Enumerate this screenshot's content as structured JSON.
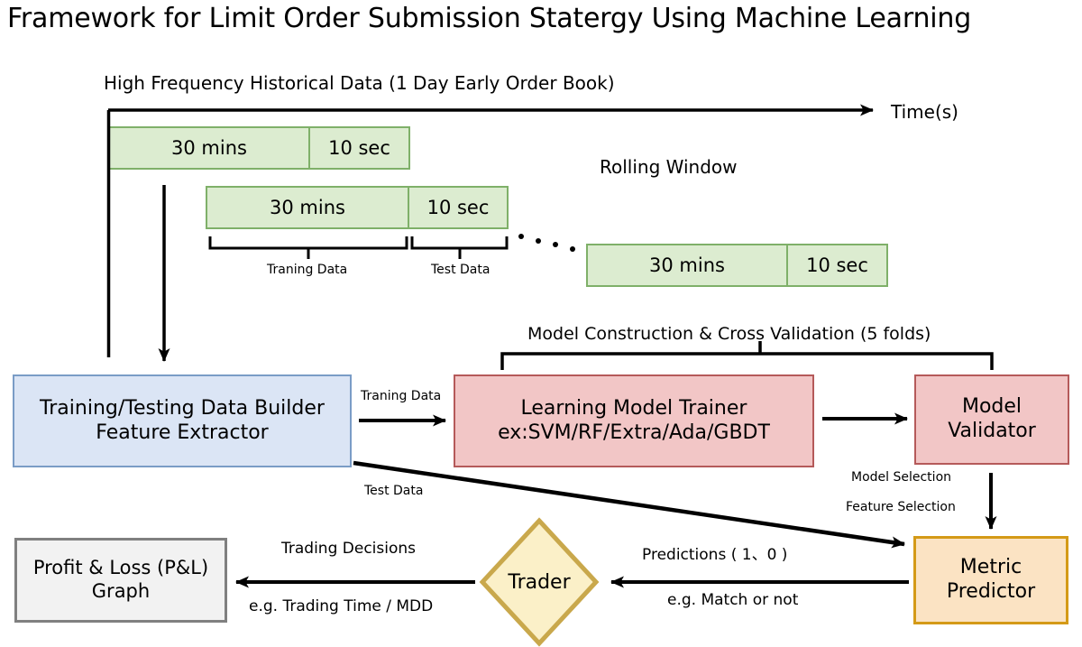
{
  "title": "Framework for Limit Order Submission Statergy Using Machine Learning",
  "timeline": {
    "data_source_label": "High Frequency Historical Data (1 Day Early Order Book)",
    "axis_label": "Time(s)",
    "rolling_window_label": "Rolling Window",
    "ellipsis": ". . . . .",
    "windows": [
      {
        "train": "30 mins",
        "test": "10 sec"
      },
      {
        "train": "30 mins",
        "test": "10 sec"
      },
      {
        "train": "30 mins",
        "test": "10 sec"
      }
    ],
    "brackets": {
      "training": "Traning Data",
      "test": "Test Data"
    }
  },
  "pipeline": {
    "data_builder": {
      "line1": "Training/Testing Data Builder",
      "line2": "Feature Extractor"
    },
    "model_trainer": {
      "line1": "Learning Model Trainer",
      "line2": "ex:SVM/RF/Extra/Ada/GBDT"
    },
    "model_validator": {
      "line1": "Model",
      "line2": "Validator"
    },
    "metric_predictor": {
      "line1": "Metric",
      "line2": "Predictor"
    },
    "trader": "Trader",
    "pnl": {
      "line1": "Profit & Loss (P&L)",
      "line2": "Graph"
    },
    "cross_validation_label": "Model Construction & Cross Validation (5 folds)"
  },
  "edges": {
    "training_data": "Traning Data",
    "test_data": "Test Data",
    "model_selection": "Model Selection",
    "feature_selection": "Feature Selection",
    "predictions": "Predictions ( 1、0 )",
    "predictions_example": "e.g. Match or not",
    "trading_decisions": "Trading Decisions",
    "trading_decisions_example": "e.g. Trading Time / MDD"
  },
  "colors": {
    "window_fill": "#dcecd0",
    "window_border": "#7fb069",
    "blue_fill": "#dbe5f5",
    "blue_border": "#7a9cc6",
    "red_fill": "#f2c6c6",
    "red_border": "#b55a5a",
    "orange_fill": "#fbe3c3",
    "orange_border": "#d49a17",
    "diamond_fill": "#fbf0c8",
    "diamond_border": "#c9a84c",
    "gray_fill": "#f2f2f2",
    "gray_border": "#808080",
    "line": "#000000"
  }
}
